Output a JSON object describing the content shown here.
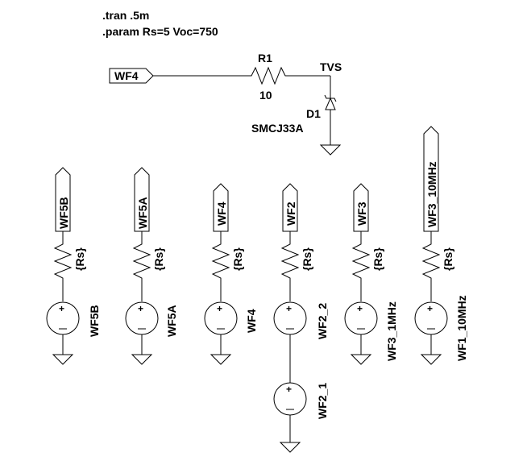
{
  "directives": [
    ".tran .5m",
    ".param Rs=5 Voc=750"
  ],
  "top_circuit": {
    "input_flag": "WF4",
    "resistor": {
      "name": "R1",
      "value": "10"
    },
    "node_label": "TVS",
    "diode": {
      "name": "D1",
      "model": "SMCJ33A"
    }
  },
  "branches": [
    {
      "flag": "WF5B",
      "resistor_value": "{Rs}",
      "source": "WF5B"
    },
    {
      "flag": "WF5A",
      "resistor_value": "{Rs}",
      "source": "WF5A"
    },
    {
      "flag": "WF4",
      "resistor_value": "{Rs}",
      "source": "WF4"
    },
    {
      "flag": "WF2",
      "resistor_value": "{Rs}",
      "source": "WF2_2",
      "source2": "WF2_1"
    },
    {
      "flag": "WF3",
      "resistor_value": "{Rs}",
      "source": "WF3_1MHz"
    },
    {
      "flag": "WF3_10MHz",
      "resistor_value": "{Rs}",
      "source": "WF1_10MHz"
    }
  ]
}
